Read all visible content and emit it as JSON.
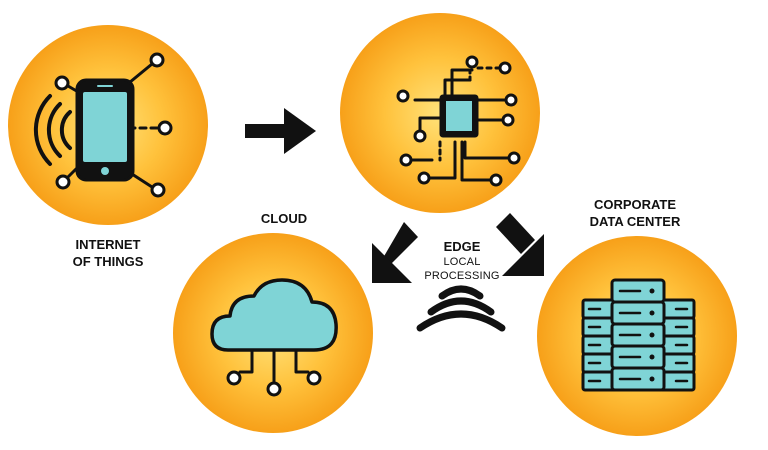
{
  "nodes": {
    "iot": {
      "line1": "INTERNET",
      "line2": "OF THINGS"
    },
    "cloud": {
      "label": "CLOUD"
    },
    "edge": {
      "label": "EDGE",
      "sub1": "LOCAL",
      "sub2": "PROCESSING"
    },
    "datacenter": {
      "line1": "CORPORATE",
      "line2": "DATA CENTER"
    }
  },
  "colors": {
    "circle_center": "#FFE27A",
    "circle_edge": "#F7A019",
    "icon_fill": "#7FD4D6",
    "stroke": "#111111"
  },
  "icons": {
    "iot": "smartphone-icon",
    "edge": "microchip-icon",
    "cloud": "cloud-network-icon",
    "datacenter": "server-rack-icon",
    "signal": "wireless-signal-icon",
    "arrow": "arrow-icon"
  }
}
